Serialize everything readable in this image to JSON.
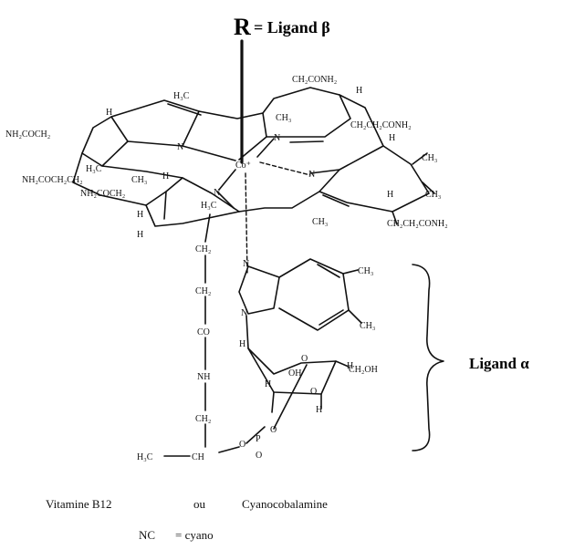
{
  "title": {
    "symbol": "R",
    "rest": "= Ligand β"
  },
  "ligand_alpha": "Ligand α",
  "caption": {
    "line1_a": "Vitamine B12",
    "line1_b": "ou",
    "line1_c": "Cyanocobalamine",
    "line2_a": "NC",
    "line2_b": "= cyano"
  },
  "atoms": {
    "cobalt": "Co⁺",
    "n": "N",
    "h": "H",
    "ch3": "CH₃",
    "h3c": "H₃C",
    "ch2conh2": "CH₂CONH₂",
    "ch2ch2conh2": "CH₂CH₂CONH₂",
    "nh2coch2": "NH₂COCH₂",
    "nh2coch2ch2": "NH₂COCH₂CH₂",
    "ch2": "CH₂",
    "co": "CO",
    "nh": "NH",
    "ch": "CH",
    "oh": "OH",
    "o": "O",
    "p": "P",
    "ch2oh": "CH₂OH"
  }
}
